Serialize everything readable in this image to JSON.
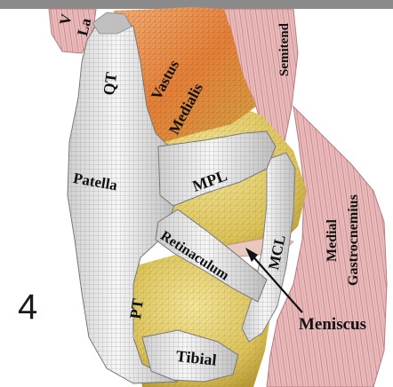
{
  "figure_number": "4",
  "labels": {
    "vastus_lateralis_fragment": "V",
    "lateralis_fragment": "La",
    "semitendinosus_fragment": "Semitend",
    "vastus": "Vastus",
    "medialis": "Medialis",
    "qt": "QT",
    "patella": "Patella",
    "mpl": "MPL",
    "retinaculum": "Retinaculum",
    "mcl": "MCL",
    "medial": "Medial",
    "gastrocnemius": "Gastrocnemius",
    "pt": "PT",
    "meniscus": "Meniscus",
    "tibial": "Tibial"
  },
  "colors": {
    "top_bar": "#8a8a8a",
    "muscle_pink": "#e7b0b0",
    "muscle_stripe": "#c77f83",
    "vastus_orange": "#e0883a",
    "bone_yellow": "#e6d36a",
    "tendon_white": "#ececec",
    "mesh_line": "#9a9a9a"
  }
}
